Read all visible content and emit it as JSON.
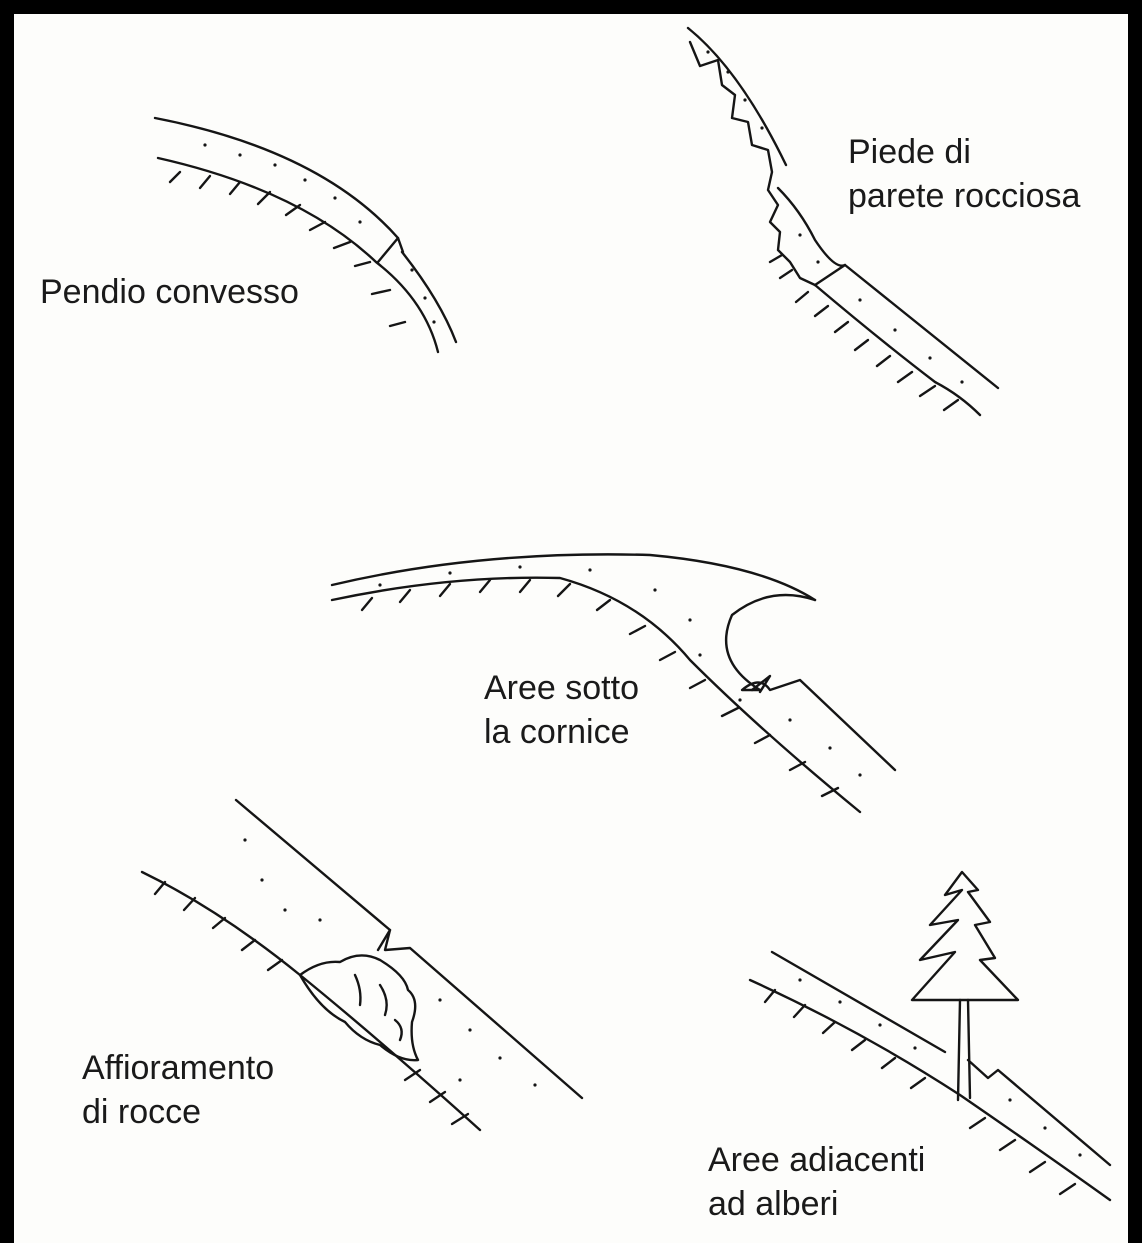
{
  "labels": {
    "convex": [
      "Pendio convesso"
    ],
    "rock_wall": [
      "Piede di",
      "parete rocciosa"
    ],
    "cornice": [
      "Aree sotto",
      "la cornice"
    ],
    "outcrop": [
      "Affioramento",
      "di rocce"
    ],
    "trees": [
      "Aree adiacenti",
      "ad alberi"
    ]
  },
  "colors": {
    "frame": "#000000",
    "paper": "#fdfdfb",
    "ink": "#151515"
  }
}
